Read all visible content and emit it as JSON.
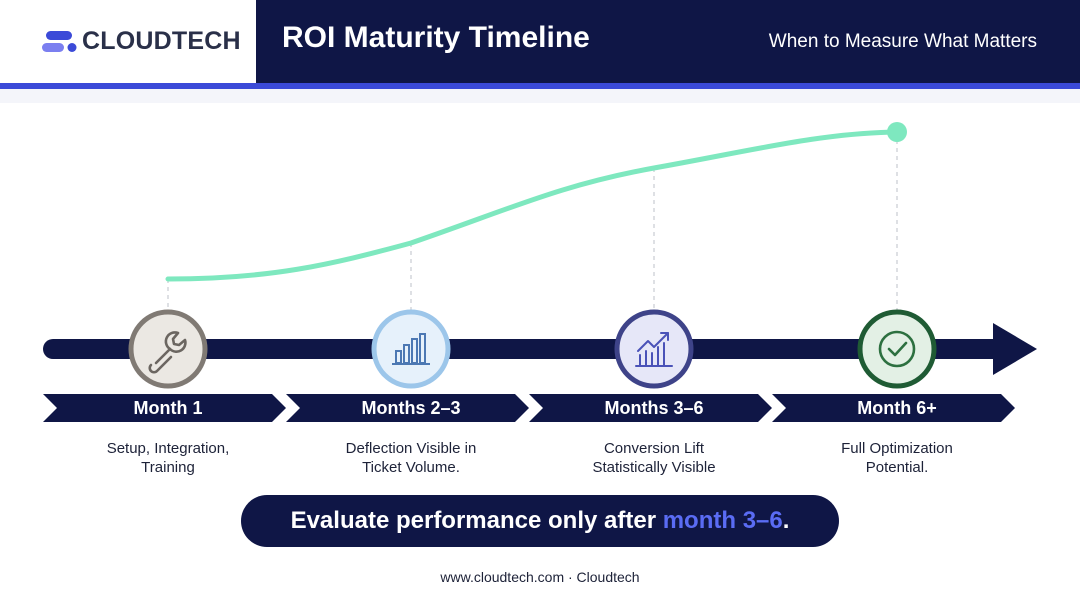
{
  "brand": {
    "name": "CLOUDTECH",
    "logo_icon": "cloudtech-logo-icon",
    "logo_colors": [
      "#3b4ad8",
      "#7b7ff0"
    ]
  },
  "header": {
    "title": "ROI Maturity Timeline",
    "subtitle": "When to Measure What Matters"
  },
  "colors": {
    "navy": "#0f1646",
    "accent": "#3b4ad8",
    "curve": "#7ee8bf",
    "highlight": "#5a6cf4"
  },
  "steps": [
    {
      "label": "Month 1",
      "description": "Setup, Integration,\nTraining",
      "icon": "wrench-icon",
      "ring_color": "#807a74",
      "fill_color": "#ebe8e3",
      "icon_color": "#6b6661"
    },
    {
      "label": "Months 2–3",
      "description": "Deflection Visible in\nTicket Volume.",
      "icon": "bar-chart-icon",
      "ring_color": "#9cc6ea",
      "fill_color": "#e6f1fb",
      "icon_color": "#4c78b3"
    },
    {
      "label": "Months 3–6",
      "description": "Conversion Lift\nStatistically Visible",
      "icon": "trend-chart-icon",
      "ring_color": "#3e4389",
      "fill_color": "#e6e7f8",
      "icon_color": "#4a52b8"
    },
    {
      "label": "Month 6+",
      "description": "Full Optimization\nPotential.",
      "icon": "check-circle-icon",
      "ring_color": "#1f5b34",
      "fill_color": "#e3f0e5",
      "icon_color": "#2d7040"
    }
  ],
  "callout": {
    "text_before": "Evaluate performance only after ",
    "highlight": "month 3–6",
    "text_after": "."
  },
  "footer": {
    "text": "www.cloudtech.com · Cloudtech"
  }
}
